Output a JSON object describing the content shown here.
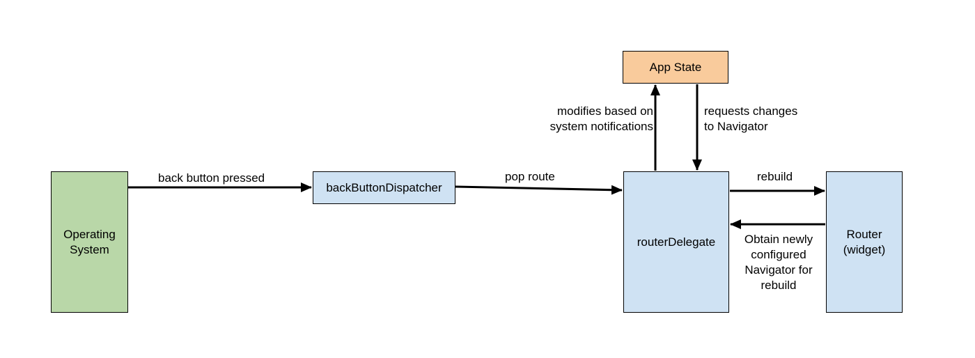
{
  "nodes": {
    "operating_system": {
      "label": "Operating\nSystem",
      "color": "#b9d7a8"
    },
    "back_button_dispatcher": {
      "label": "backButtonDispatcher",
      "color": "#cfe2f3"
    },
    "router_delegate": {
      "label": "routerDelegate",
      "color": "#cfe2f3"
    },
    "router_widget": {
      "label": "Router\n(widget)",
      "color": "#cfe2f3"
    },
    "app_state": {
      "label": "App State",
      "color": "#f9cb9c"
    }
  },
  "edges": {
    "back_button_pressed": "back button pressed",
    "pop_route": "pop route",
    "rebuild": "rebuild",
    "modifies": "modifies based on\nsystem notifications",
    "requests": "requests changes\nto Navigator",
    "obtain": "Obtain newly\nconfigured\nNavigator for\nrebuild"
  }
}
